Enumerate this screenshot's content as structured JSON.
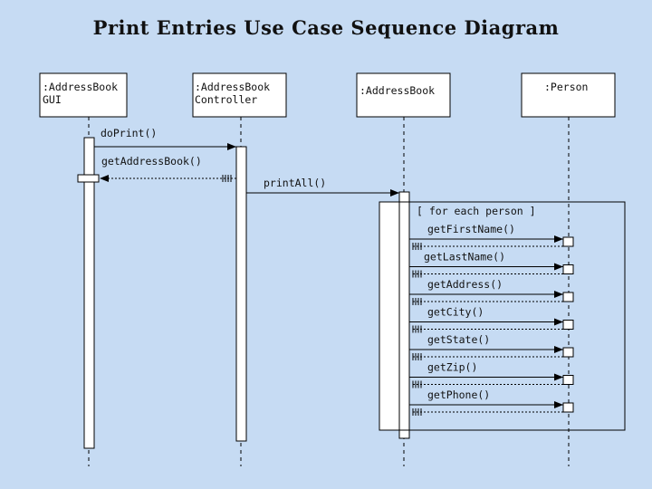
{
  "title": "Print Entries Use Case Sequence Diagram",
  "objects": [
    {
      "id": "gui",
      "lines": [
        ":AddressBook",
        "GUI"
      ]
    },
    {
      "id": "ctrl",
      "lines": [
        ":AddressBook",
        "Controller"
      ]
    },
    {
      "id": "book",
      "lines": [
        ":AddressBook"
      ]
    },
    {
      "id": "person",
      "lines": [
        ":Person"
      ]
    }
  ],
  "messages": {
    "doPrint": "doPrint()",
    "getAddressBook": "getAddressBook()",
    "printAll": "printAll()"
  },
  "loop": {
    "guard": "[ for each person ]",
    "calls": [
      "getFirstName()",
      "getLastName()",
      "getAddress()",
      "getCity()",
      "getState()",
      "getZip()",
      "getPhone()"
    ]
  },
  "colors": {
    "background": "#c6dbf3",
    "box_fill": "#ffffff",
    "line": "#000000"
  }
}
